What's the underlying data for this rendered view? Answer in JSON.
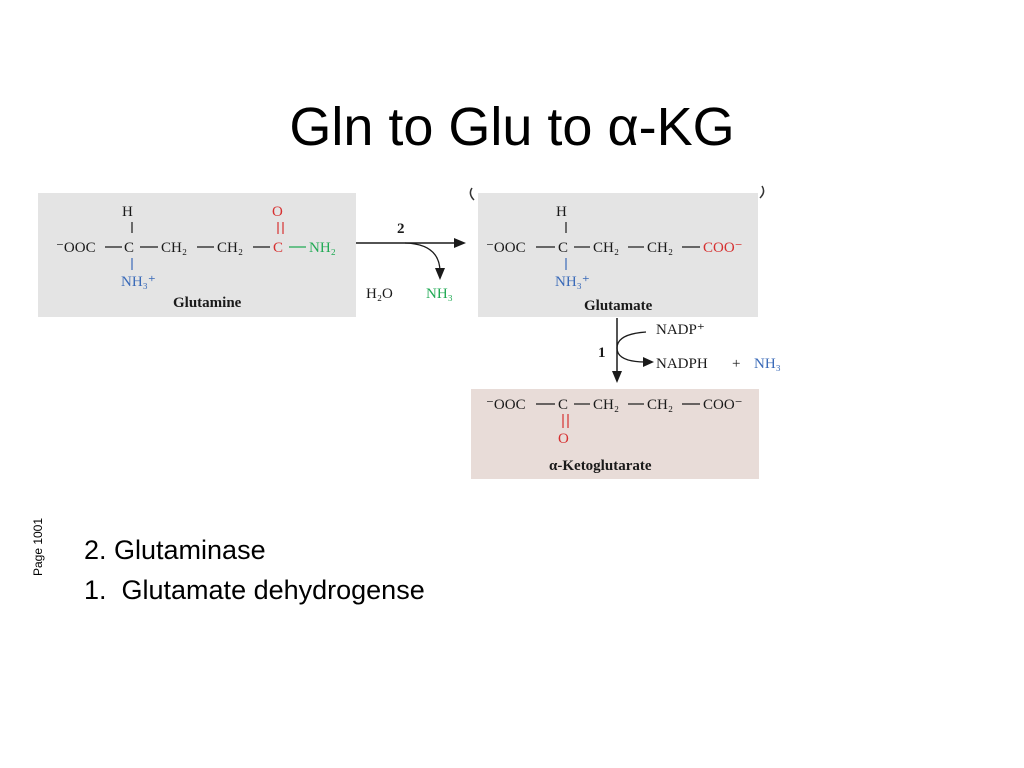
{
  "title": "Gln to Glu to α-KG",
  "side_label": "Page 1001",
  "colors": {
    "box_gray": "#e4e4e4",
    "box_pink": "#e8dcd8",
    "black": "#1a1a1a",
    "red": "#d63030",
    "green": "#22aa55",
    "blue": "#3a6ab8"
  },
  "glutamine": {
    "name": "Glutamine",
    "ooc": "⁻OOC",
    "c": "C",
    "h": "H",
    "ch2": "CH₂",
    "o": "O",
    "nh2": "NH₂",
    "nh3plus": "NH₃⁺"
  },
  "reaction2": {
    "step": "2",
    "h2o": "H₂O",
    "nh3": "NH₃"
  },
  "glutamate": {
    "name": "Glutamate",
    "ooc": "⁻OOC",
    "c": "C",
    "h": "H",
    "ch2": "CH₂",
    "coo": "COO⁻",
    "nh3plus": "NH₃⁺"
  },
  "reaction1": {
    "step": "1",
    "nadp": "NADP⁺",
    "nadph": "NADPH",
    "plus": "+",
    "nh3": "NH₃"
  },
  "ketoglutarate": {
    "name": "α-Ketoglutarate",
    "ooc": "⁻OOC",
    "c": "C",
    "ch2": "CH₂",
    "coo": "COO⁻",
    "o": "O"
  },
  "enzymes": [
    "2. Glutaminase",
    "1.  Glutamate dehydrogense"
  ]
}
